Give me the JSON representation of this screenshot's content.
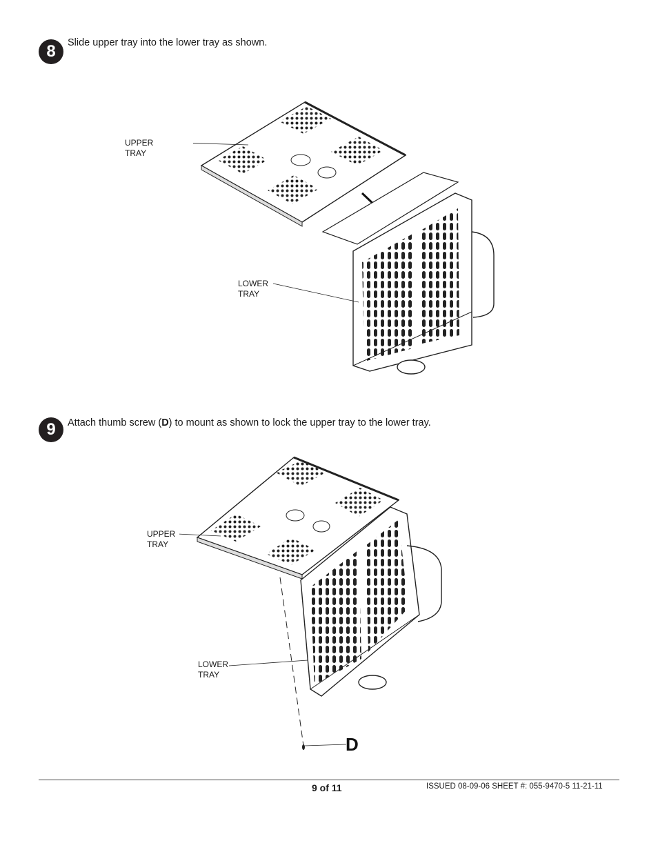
{
  "steps": [
    {
      "number": "8",
      "instruction": "Slide upper tray into the lower tray as shown.",
      "labels": {
        "upper_line1": "UPPER",
        "upper_line2": "TRAY",
        "lower_line1": "LOWER",
        "lower_line2": "TRAY"
      }
    },
    {
      "number": "9",
      "instruction_before": "Attach thumb screw (",
      "instruction_part": "D",
      "instruction_after": ") to mount as shown to lock the upper tray to the lower tray.",
      "labels": {
        "upper_line1": "UPPER",
        "upper_line2": "TRAY",
        "lower_line1": "LOWER",
        "lower_line2": "TRAY",
        "part_letter": "D"
      }
    }
  ],
  "footer": {
    "page": "9 of 11",
    "issue": "ISSUED 08-09-06 SHEET #: 055-9470-5  11-21-11"
  }
}
